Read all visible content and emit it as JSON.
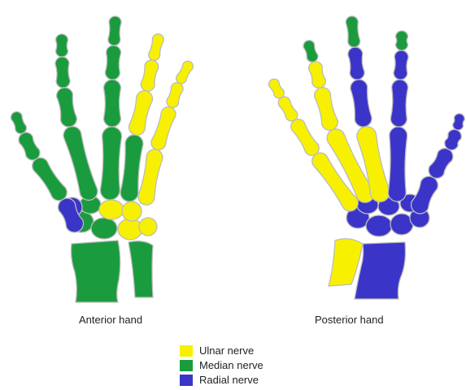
{
  "colors": {
    "ulnar": "#f7f000",
    "median": "#1a9b3e",
    "radial": "#3a35c8",
    "outline": "#bcbcbc",
    "background": "#ffffff"
  },
  "figures": {
    "anterior": {
      "caption": "Anterior hand"
    },
    "posterior": {
      "caption": "Posterior hand"
    }
  },
  "legend": [
    {
      "label": "Ulnar nerve",
      "color_key": "ulnar"
    },
    {
      "label": "Median nerve",
      "color_key": "median"
    },
    {
      "label": "Radial nerve",
      "color_key": "radial"
    }
  ]
}
